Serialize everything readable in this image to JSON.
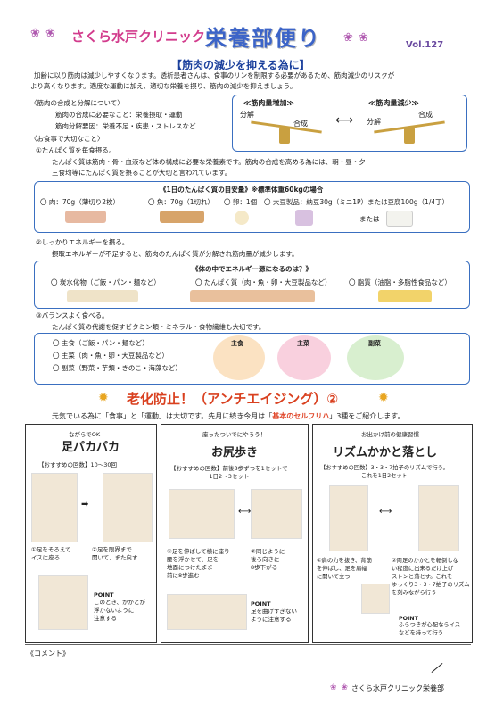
{
  "header": {
    "clinic": "さくら水戸クリニック",
    "title": "栄養部便り",
    "vol": "Vol.127",
    "flowers_left": "❀ ❀",
    "flowers_right": "❀ ❀"
  },
  "section1": {
    "heading": "【筋肉の減少を抑える為に】",
    "intro1": "加齢に以り筋肉は減少しやすくなります。透析患者さんは、食事のリンを制限する必要があるため、筋肉減少のリスクが",
    "intro2": "より高くなります。適度な運動に加え、適切な栄養を摂り、筋肉の減少を抑えましょう。",
    "synth_title": "〈筋肉の合成と分解について〉",
    "synth_line1": "筋肉の合成に必要なこと：栄養摂取・運動",
    "synth_line2": "筋肉分解要因：栄養不足・疾患・ストレスなど",
    "diet_title": "〈お食事で大切なこと〉",
    "scale_left": {
      "label": "≪筋肉量増加≫",
      "a": "分解",
      "b": "合成"
    },
    "scale_right": {
      "label": "≪筋肉量減少≫",
      "a": "分解",
      "b": "合成"
    }
  },
  "point1": {
    "title": "①たんぱく質を毎食摂る。",
    "line1": "たんぱく質は筋肉・骨・血液など体の構成に必要な栄養素です。筋肉の合成を高める為には、朝・昼・夕",
    "line2": "三食均等にたんぱく質を摂ることが大切と言われています。",
    "box_title": "《1日のたんぱく質の目安量》※標準体重60kgの場合",
    "items": [
      "〇 肉：70g（薄切り2枚）",
      "〇 魚：70g（1切れ）",
      "〇 卵：1個",
      "〇 大豆製品：納豆30g（ミニ1P）または豆腐100g（1/4丁）"
    ],
    "or_text": "または"
  },
  "point2": {
    "title": "②しっかりエネルギーを摂る。",
    "line1": "摂取エネルギーが不足すると、筋肉のたんぱく質が分解され筋肉量が減少します。",
    "box_title": "《体の中でエネルギー源になるのは？》",
    "items": [
      "〇 炭水化物（ご飯・パン・麺など）",
      "〇 たんぱく質（肉・魚・卵・大豆製品など）",
      "〇 脂質（油脂・多脂性食品など）"
    ]
  },
  "point3": {
    "title": "③バランスよく食べる。",
    "line1": "たんぱく質の代謝を促すビタミン類・ミネラル・食物繊維も大切です。",
    "items": [
      "〇 主食（ご飯・パン・麺など）",
      "〇 主菜（肉・魚・卵・大豆製品など）",
      "〇 副菜（野菜・芋類・きのこ・海藻など）"
    ],
    "circle_labels": [
      "主食",
      "主菜",
      "副菜"
    ]
  },
  "section2": {
    "heading": "老化防止！（アンチエイジング）②",
    "intro_pre": "元気でいる為に「食事」と「運動」は大切です。先月に続き今月は「",
    "intro_em": "基本のセルフリハ",
    "intro_post": "」3種をご紹介します。"
  },
  "exercises": [
    {
      "sub": "ながらでOK",
      "name": "足パカパカ",
      "reco": "【おすすめの回数】10〜30回",
      "step1": "①足をそろえて\nイスに座る",
      "step2": "②足を限界まで\n開いて、また戻す",
      "point_label": "POINT",
      "point": "このとき、かかとが\n浮かないように\n注意する"
    },
    {
      "sub": "座ったついでにやろう！",
      "name": "お尻歩き",
      "reco": "【おすすめの回数】前後8歩ずつを1セットで\n1日2〜3セット",
      "step1": "①足を伸ばして横に座り\n腰を浮かせて、足を\n地面につけたまま\n前に8歩進む",
      "step2": "②同じように\n後ろ向きに\n8歩下がる",
      "point_label": "POINT",
      "point": "足を曲げすぎない\nように注意する"
    },
    {
      "sub": "お出かけ前の健康習慣",
      "name": "リズムかかと落とし",
      "reco": "【おすすめの回数】3・3・7拍子のリズムで行う。\nこれを1日2セット",
      "step1": "①肩の力を抜き、背筋\nを伸ばし、足を肩幅\nに開いて立つ",
      "step2": "②両足のかかとを転倒しな\nい程度に出来るだけ上げ\nストンと落とす。これを\nゆっくり3・3・7拍子のリズム\nを刻みながら行う",
      "point_label": "POINT",
      "point": "ふらつきが心配ならイス\nなどを持って行う"
    }
  ],
  "footer": {
    "comment": "《コメント》",
    "signature": "さくら水戸クリニック栄養部",
    "flowers": "❀ ❀"
  }
}
